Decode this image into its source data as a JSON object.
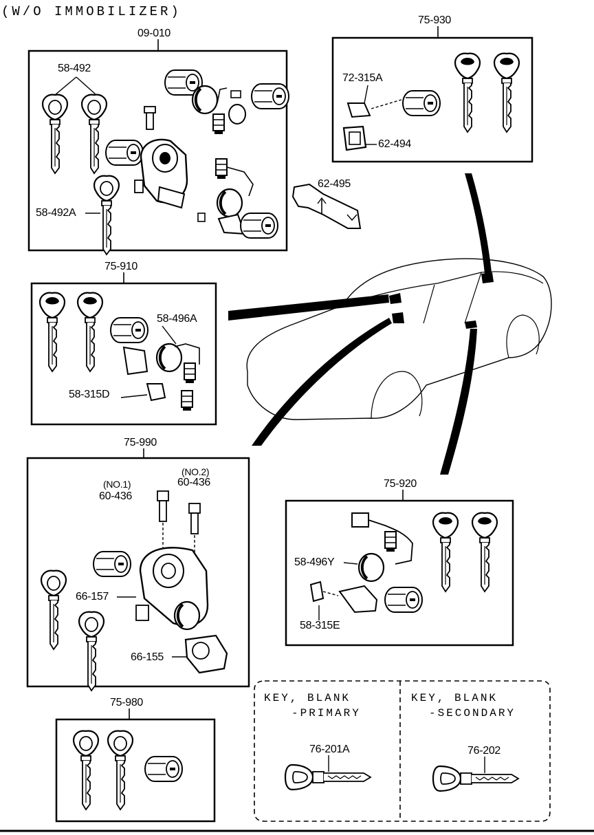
{
  "header": "(W/O  IMMOBILIZER)",
  "groups": {
    "g09010": "09-010",
    "g75930": "75-930",
    "g75910": "75-910",
    "g75990": "75-990",
    "g75920": "75-920",
    "g75980": "75-980"
  },
  "parts": {
    "p58492": "58-492",
    "p58492A": "58-492A",
    "p72315A": "72-315A",
    "p62494": "62-494",
    "p62495": "62-495",
    "p58496A": "58-496A",
    "p58315D": "58-315D",
    "no1": "(NO.1)",
    "no2": "(NO.2)",
    "p60436a": "60-436",
    "p60436b": "60-436",
    "p66157": "66-157",
    "p66155": "66-155",
    "p58496Y": "58-496Y",
    "p58315E": "58-315E",
    "p76201A": "76-201A",
    "p76202": "76-202"
  },
  "key_blanks": {
    "primary_line1": "KEY, BLANK",
    "primary_line2": "-PRIMARY",
    "secondary_line1": "KEY, BLANK",
    "secondary_line2": "-SECONDARY"
  }
}
